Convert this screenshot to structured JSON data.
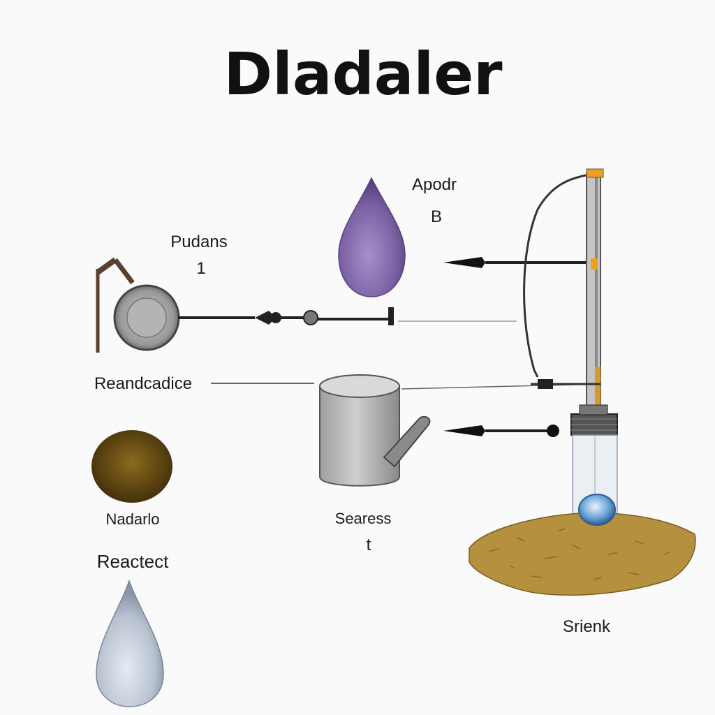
{
  "title": "Dladaler",
  "labels": {
    "purple_drop": "Apodr",
    "purple_drop_sub": "B",
    "disc": "Pudans",
    "disc_sub": "1",
    "beaker_row": "Reandcadice",
    "brown_sphere": "Nadarlo",
    "cylinder": "Searess",
    "cylinder_sub": "t",
    "clear_drop": "Reactect",
    "soil": "Srienk"
  },
  "colors": {
    "purple": "#8a70b0",
    "disc_grey": "#9a9a9a",
    "cylinder_grey": "#bdbdbd",
    "brown": "#6b4f14",
    "soil": "#b5903e",
    "glass": "#dfe7ee",
    "orange": "#f0a020"
  }
}
